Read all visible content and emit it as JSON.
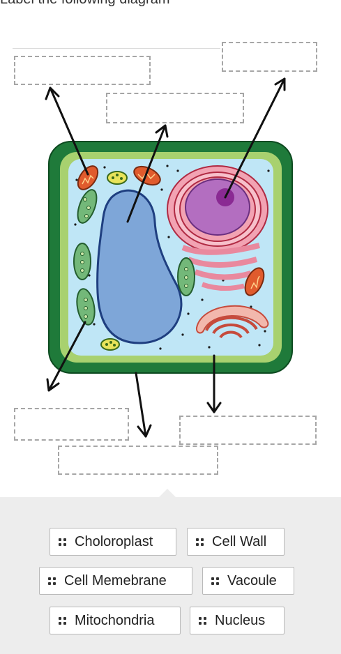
{
  "question": {
    "text": "Label the following diagram"
  },
  "diagram": {
    "subject": "plant cell",
    "dropzones": [
      {
        "name": "dropzone-top-left",
        "points_to": "mitochondrion"
      },
      {
        "name": "dropzone-top-right",
        "points_to": "nucleus"
      },
      {
        "name": "dropzone-top-center",
        "points_to": "vacuole"
      },
      {
        "name": "dropzone-bottom-left",
        "points_to": "chloroplast"
      },
      {
        "name": "dropzone-bottom-right",
        "points_to": "cell membrane"
      },
      {
        "name": "dropzone-bottom-center",
        "points_to": "cell wall"
      }
    ]
  },
  "label_bank": {
    "labels": [
      "Choloroplast",
      "Cell Wall",
      "Cell Memebrane",
      "Vacoule",
      "Mitochondria",
      "Nucleus"
    ]
  },
  "colors": {
    "cell_wall": "#1f7a3a",
    "cell_membrane": "#a8d16f",
    "cytoplasm": "#bfe6f6",
    "vacuole": "#7ea6d8",
    "nucleus": "#b36ec0",
    "nucleolus": "#8a2a93",
    "er": "#f2a3b3",
    "golgi": "#c64b3c",
    "mitochondria": "#e05b2d",
    "chloroplast": "#73b879",
    "dropzone_border": "#a6a6a6",
    "bank_background": "#ededed"
  }
}
